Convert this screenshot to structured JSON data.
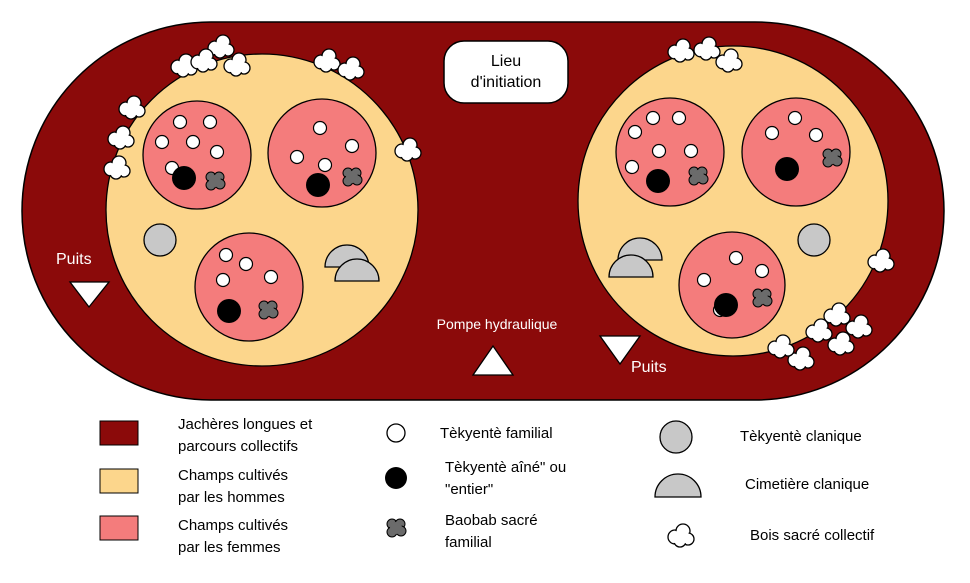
{
  "diagram": {
    "initiation_label_1": "Lieu",
    "initiation_label_2": "d'initiation",
    "puits_left": "Puits",
    "puits_right": "Puits",
    "pompe": "Pompe hydraulique"
  },
  "legend": {
    "jacheres_1": "Jachères longues et",
    "jacheres_2": "parcours collectifs",
    "champs_hommes_1": "Champs cultivés",
    "champs_hommes_2": "par les hommes",
    "champs_femmes_1": "Champs cultivés",
    "champs_femmes_2": "par les femmes",
    "tekyente_familial": "Tèkyentè familial",
    "tekyente_aine_1": "Tèkyentè aîné\" ou",
    "tekyente_aine_2": "\"entier\"",
    "baobab_1": "Baobab sacré",
    "baobab_2": "familial",
    "tekyente_clanique": "Tèkyentè clanique",
    "cimetiere": "Cimetière clanique",
    "bois_sacre": "Bois sacré collectif"
  },
  "colors": {
    "jacheres": "#8b0a0a",
    "champs_hommes": "#fcd68c",
    "champs_femmes": "#f47c7c",
    "clanique_grey": "#c8c8c8",
    "baobab_grey": "#6b6b6b"
  }
}
